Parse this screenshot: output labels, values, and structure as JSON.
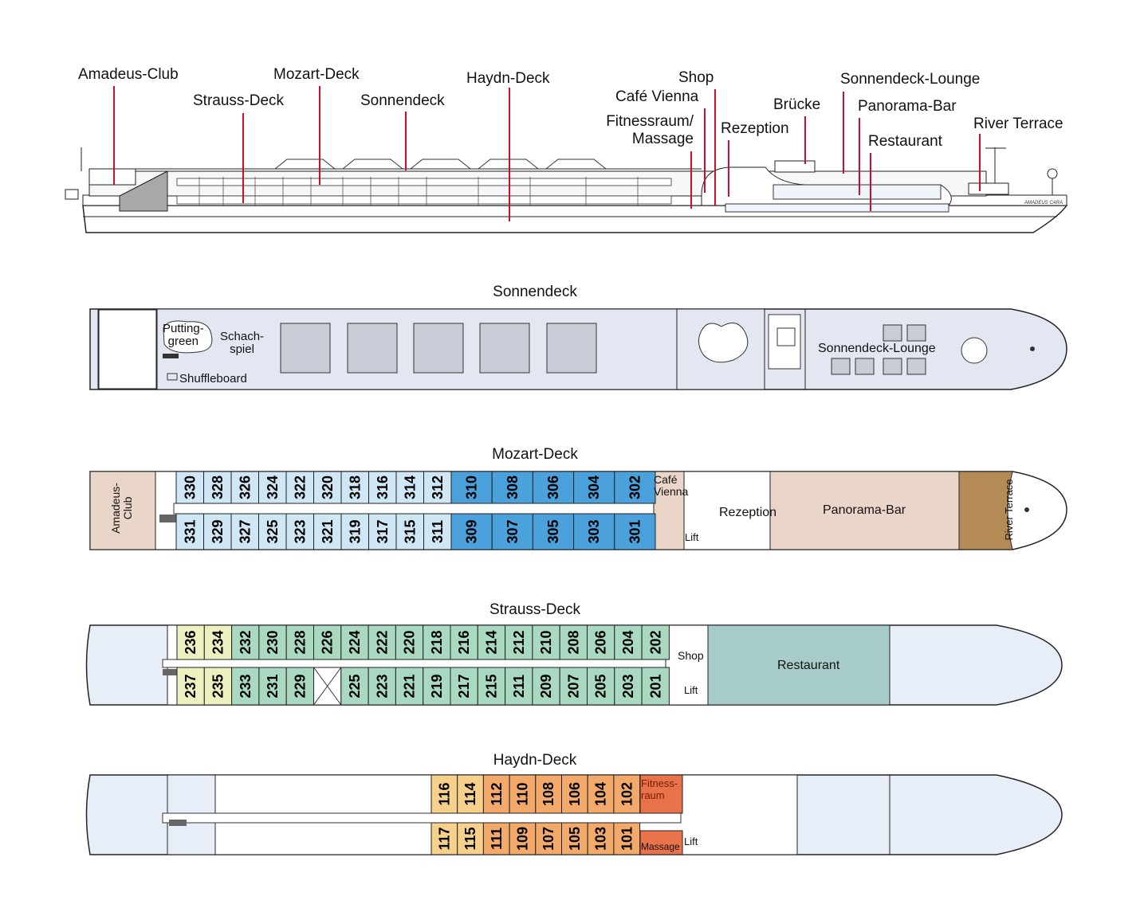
{
  "profile": {
    "ship_name_plate": "AMADEUS CARA",
    "labels": {
      "amadeus_club": "Amadeus-Club",
      "strauss_deck": "Strauss-Deck",
      "mozart_deck": "Mozart-Deck",
      "sonnendeck": "Sonnendeck",
      "haydn_deck": "Haydn-Deck",
      "shop": "Shop",
      "cafe_vienna": "Café Vienna",
      "fitnessraum_1": "Fitnessraum/",
      "fitnessraum_2": "Massage",
      "rezeption": "Rezeption",
      "bruecke": "Brücke",
      "sonnendeck_lounge": "Sonnendeck-Lounge",
      "panorama_bar": "Panorama-Bar",
      "restaurant": "Restaurant",
      "river_terrace": "River Terrace"
    }
  },
  "decks": {
    "sonnendeck": {
      "title": "Sonnendeck",
      "putting_1": "Putting-",
      "putting_2": "green",
      "schach_1": "Schach-",
      "schach_2": "spiel",
      "shuffleboard": "Shuffleboard",
      "lounge": "Sonnendeck-Lounge"
    },
    "mozart": {
      "title": "Mozart-Deck",
      "club_1": "Amadeus-",
      "club_2": "Club",
      "cafe_1": "Café",
      "cafe_2": "Vienna",
      "lift": "Lift",
      "rezeption": "Rezeption",
      "panorama_bar": "Panorama-Bar",
      "river_terrace": "River Terrace",
      "top_cabins": [
        "330",
        "328",
        "326",
        "324",
        "322",
        "320",
        "318",
        "316",
        "314",
        "312",
        "310",
        "308",
        "306",
        "304",
        "302"
      ],
      "bottom_cabins": [
        "331",
        "329",
        "327",
        "325",
        "323",
        "321",
        "319",
        "317",
        "315",
        "311",
        "309",
        "307",
        "305",
        "303",
        "301"
      ]
    },
    "strauss": {
      "title": "Strauss-Deck",
      "shop": "Shop",
      "lift": "Lift",
      "restaurant": "Restaurant",
      "top_cabins": [
        "236",
        "234",
        "232",
        "230",
        "228",
        "226",
        "224",
        "222",
        "220",
        "218",
        "216",
        "214",
        "212",
        "210",
        "208",
        "206",
        "204",
        "202"
      ],
      "bottom_cabins": [
        "237",
        "235",
        "233",
        "231",
        "229",
        "",
        "225",
        "223",
        "221",
        "219",
        "217",
        "215",
        "211",
        "209",
        "207",
        "205",
        "203",
        "201"
      ]
    },
    "haydn": {
      "title": "Haydn-Deck",
      "fitness_1": "Fitness-",
      "fitness_2": "raum",
      "massage": "Massage",
      "lift": "Lift",
      "top_cabins": [
        "116",
        "114",
        "112",
        "110",
        "108",
        "106",
        "104",
        "102"
      ],
      "bottom_cabins": [
        "117",
        "115",
        "111",
        "109",
        "107",
        "105",
        "103",
        "101"
      ]
    }
  },
  "colors": {
    "line_red": "#c8102e",
    "hull_fill": "#e8eef7",
    "sun_fill": "#e3e7f2",
    "mozart_light": "#cfe6f5",
    "mozart_dark": "#4aa1dc",
    "lounge_tan": "#ead6c8",
    "strauss_yellow": "#eef0c0",
    "strauss_green": "#a9d9c0",
    "restaurant_teal": "#a7cbc8",
    "haydn_yellow": "#f7d08c",
    "haydn_orange": "#f2a96a",
    "fitness_red": "#e8724a"
  }
}
